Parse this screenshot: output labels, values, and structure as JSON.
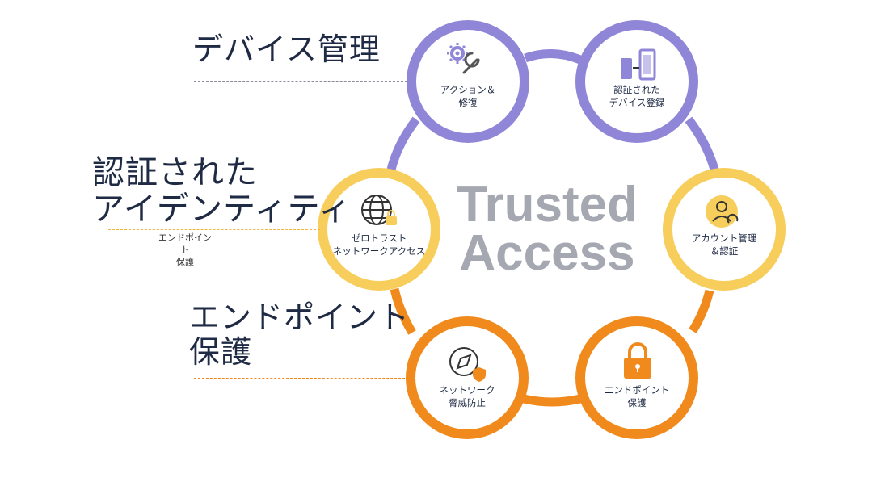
{
  "diagram": {
    "center_line1": "Trusted",
    "center_line2": "Access"
  },
  "side_titles": {
    "device_management": "デバイス管理",
    "identity_line1": "認証された",
    "identity_line2": "アイデンティティ",
    "identity_note_line1": "エンドポイント",
    "identity_note_line2": "保護",
    "endpoint_line1": "エンドポイント",
    "endpoint_line2": "保護"
  },
  "nodes": {
    "action_remediation": {
      "line1": "アクション＆",
      "line2": "修復",
      "icon": "gear-wrench-icon",
      "color": "#8f86d8"
    },
    "registered_devices": {
      "line1": "認証された",
      "line2": "デバイス登録",
      "icon": "devices-icon",
      "color": "#8f86d8"
    },
    "account_auth": {
      "line1": "アカウント管理",
      "line2": "＆認証",
      "icon": "user-sync-icon",
      "color": "#f7cd5c"
    },
    "zero_trust": {
      "line1": "ゼロトラスト",
      "line2": "ネットワークアクセス",
      "icon": "globe-lock-icon",
      "color": "#f7cd5c"
    },
    "network_threat": {
      "line1": "ネットワーク",
      "line2": "脅威防止",
      "icon": "compass-shield-icon",
      "color": "#f08a1c"
    },
    "endpoint_protection": {
      "line1": "エンドポイント",
      "line2": "保護",
      "icon": "lock-icon",
      "color": "#f08a1c"
    }
  },
  "colors": {
    "purple": "#8f86d8",
    "yellow": "#f7cd5c",
    "orange": "#f08a1c",
    "title_text": "#1f2a44",
    "center_text": "#a5a8b1"
  }
}
